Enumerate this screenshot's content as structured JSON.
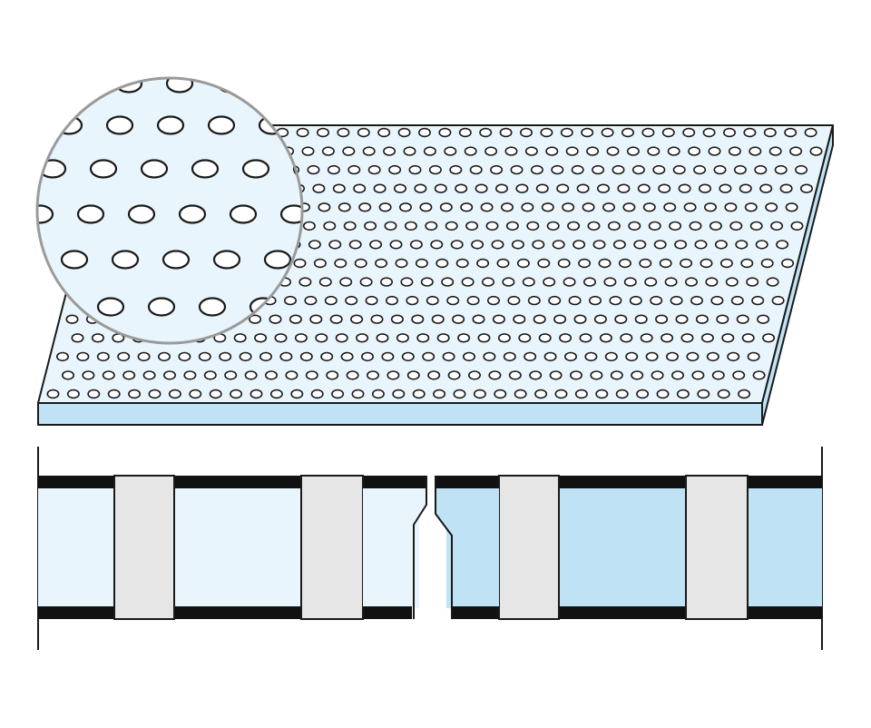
{
  "diagram": {
    "kind": "perforated-panel-illustration",
    "colors": {
      "panel_top": "#e8f5fc",
      "panel_edge": "#bfe2f5",
      "hole": "#ffffff",
      "outline": "#1a1a1a",
      "magnifier_ring": "#9a9a9a",
      "section_light": "#e8f5fc",
      "section_blue": "#bfe2f5",
      "section_insert": "#e6e6e6",
      "skin": "#111111"
    },
    "icons": {
      "magnifier": "zoom-lens-icon",
      "perforation": "hole-icon"
    },
    "parts": [
      "perforated-sheet",
      "magnified-detail",
      "cross-section-left",
      "cross-section-right",
      "tongue-and-groove-joint"
    ]
  }
}
